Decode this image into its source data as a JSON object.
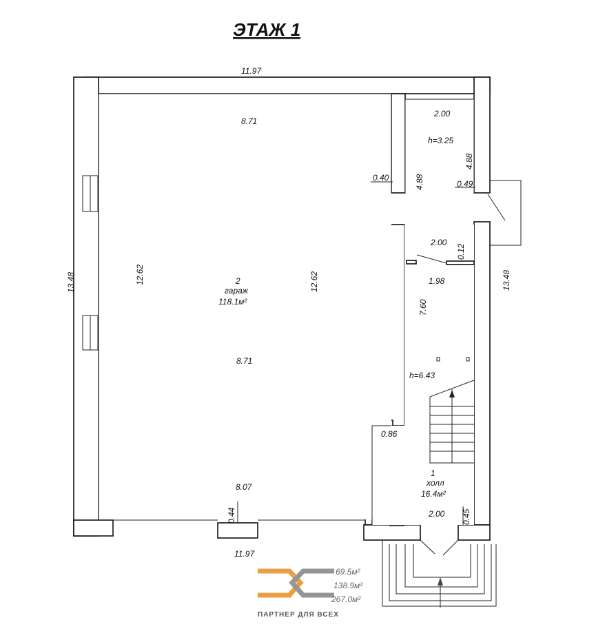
{
  "title": "ЭТАЖ 1",
  "dimensions": {
    "top_outer": "11.97",
    "bottom_outer": "11.97",
    "garage_top": "8.71",
    "garage_mid": "8.71",
    "garage_bottom": "8.07",
    "left_outer": "13.48",
    "right_outer": "13.48",
    "garage_left_inner": "12.62",
    "garage_right_inner": "12.62",
    "wall_040": "0.40",
    "room_width_top": "2.00",
    "room_height_left": "4.88",
    "room_height_right": "4.88",
    "room_h": "h=3.25",
    "wall_049": "0.49",
    "corridor_width": "2.00",
    "wall_012": "0.12",
    "corridor_inner": "1.98",
    "corridor_length": "7.60",
    "hall_h": "h=6.43",
    "step_086": "0.86",
    "hall_width": "2.00",
    "wall_045": "0.45",
    "wall_044": "0.44"
  },
  "rooms": {
    "garage": {
      "number": "2",
      "name": "гараж",
      "area": "118.1м²"
    },
    "hall": {
      "number": "1",
      "name": "холл",
      "area": "16.4м²"
    }
  },
  "watermark": {
    "areas": [
      "69.5м²",
      "138.9м²",
      "267.0м²"
    ],
    "caption": "ПАРТНЕР ДЛЯ ВСЕХ",
    "colors": {
      "orange": "#e8962e",
      "gray": "#8a8a8a"
    }
  }
}
